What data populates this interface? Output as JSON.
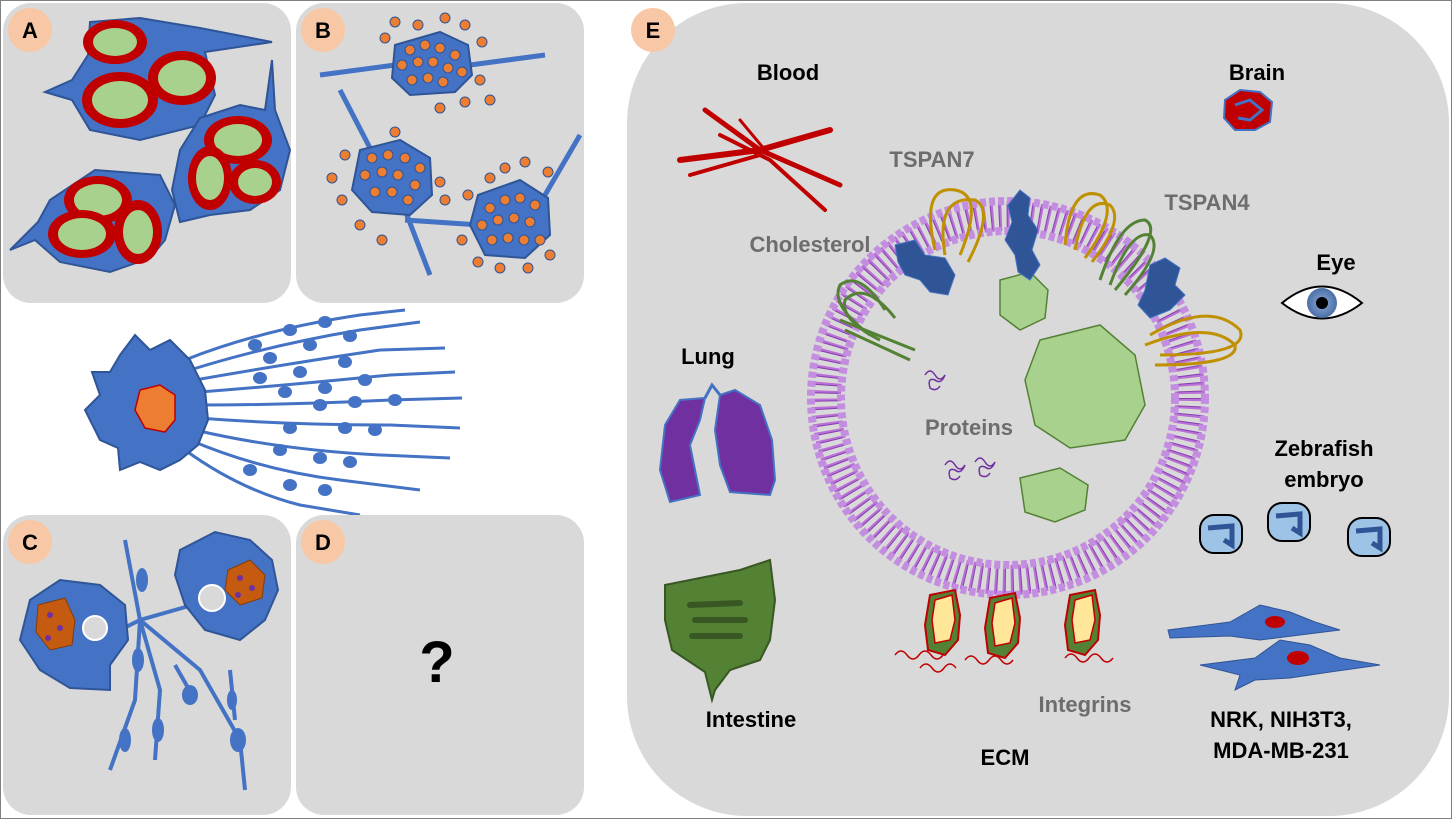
{
  "panels": {
    "a": {
      "letter": "A"
    },
    "b": {
      "letter": "B"
    },
    "c": {
      "letter": "C"
    },
    "d": {
      "letter": "D",
      "mark": "?"
    },
    "e": {
      "letter": "E"
    }
  },
  "labels": {
    "blood": "Blood",
    "brain": "Brain",
    "tspan7": "TSPAN7",
    "tspan4": "TSPAN4",
    "cholesterol": "Cholesterol",
    "eye": "Eye",
    "lung": "Lung",
    "proteins": "Proteins",
    "zebrafish_line1": "Zebrafish",
    "zebrafish_line2": "embryo",
    "intestine": "Intestine",
    "integrins": "Integrins",
    "ecm": "ECM",
    "cells_line1": "NRK, NIH3T3,",
    "cells_line2": "MDA-MB-231"
  },
  "colors": {
    "panel_bg": "#d9d9d9",
    "badge": "#f8c8a6",
    "cell_blue": "#4472c4",
    "cell_outline": "#2f5597",
    "mito_red": "#c00000",
    "mito_inner": "#a9d18e",
    "dot_orange": "#ed7d31",
    "membrane_purple": "#b96fd6",
    "lipid_line": "#7030a0",
    "green_vesicle": "#a9d18e",
    "tspan_gold": "#bf9000",
    "tspan_green": "#548235",
    "label_gray": "#6d6d6d",
    "lung_purple": "#7030a0",
    "intestine_green": "#548235"
  }
}
